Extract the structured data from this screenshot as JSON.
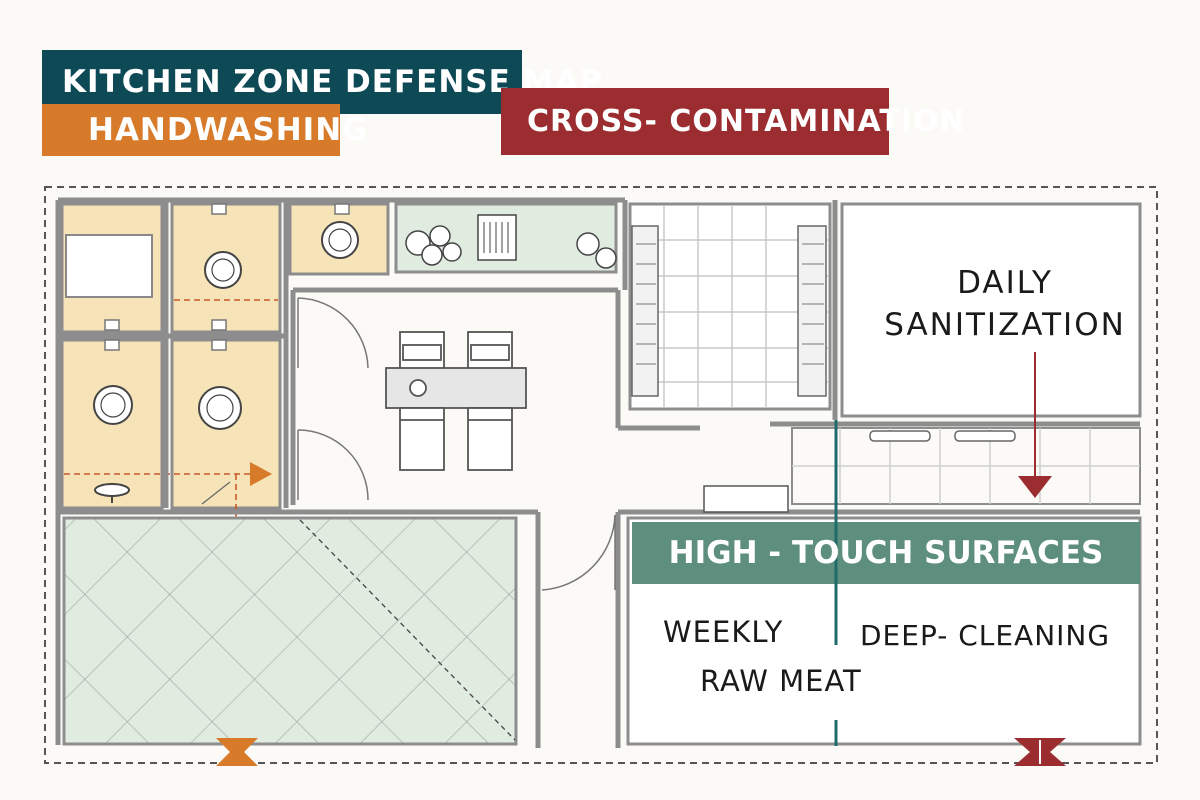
{
  "title": "KITCHEN ZONE DEFENSE MAP",
  "legend": {
    "handwashing": "HANDWASHING",
    "cross_contamination": "CROSS- CONTAMINATION"
  },
  "zones": {
    "daily_sanitization": [
      "DAILY",
      "SANITIZATION"
    ],
    "high_touch_surfaces": "HIGH -  TOUCH SURFACES",
    "weekly": "WEEKLY",
    "deep_cleaning": "DEEP- CLEANING",
    "raw_meat": "RAW MEAT"
  },
  "colors": {
    "title_bg": "#0e4a55",
    "handwashing": "#d77b2a",
    "cross_contamination": "#9b2d30",
    "high_touch": "#5e8f7e",
    "wash_zone_fill": "#f7e3b8",
    "prep_zone_fill": "#e1ece1",
    "wall": "#8d8d8d"
  }
}
